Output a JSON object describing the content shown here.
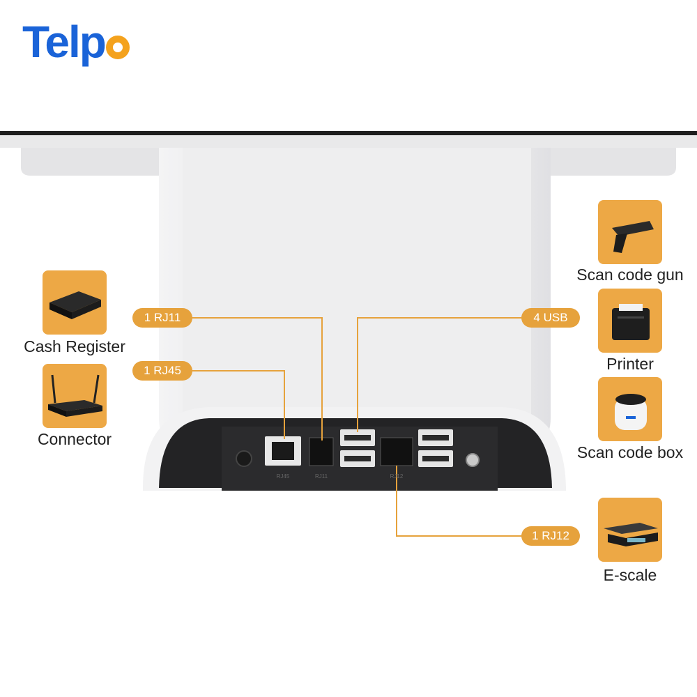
{
  "brand": {
    "logo_prefix": "Telp",
    "logo_suffix_letter": "o",
    "logo_color": "#1a63d8",
    "logo_accent": "#f4a21d"
  },
  "accent": "#e6a23c",
  "left_devices": [
    {
      "label": "Cash Register",
      "icon": "cash-register-box-icon"
    },
    {
      "label": "Connector",
      "icon": "router-connector-icon"
    }
  ],
  "right_devices": [
    {
      "label": "Scan code gun",
      "icon": "barcode-scanner-gun-icon"
    },
    {
      "label": "Printer",
      "icon": "receipt-printer-icon"
    },
    {
      "label": "Scan code box",
      "icon": "scan-code-box-icon"
    },
    {
      "label": "E-scale",
      "icon": "electronic-scale-icon"
    }
  ],
  "callouts": {
    "rj11": "1 RJ11",
    "rj45": "1 RJ45",
    "usb": "4 USB",
    "rj12": "1 RJ12"
  },
  "port_labels": {
    "rj45": "RJ45",
    "rj11": "RJ11",
    "rj12": "RJ12"
  }
}
